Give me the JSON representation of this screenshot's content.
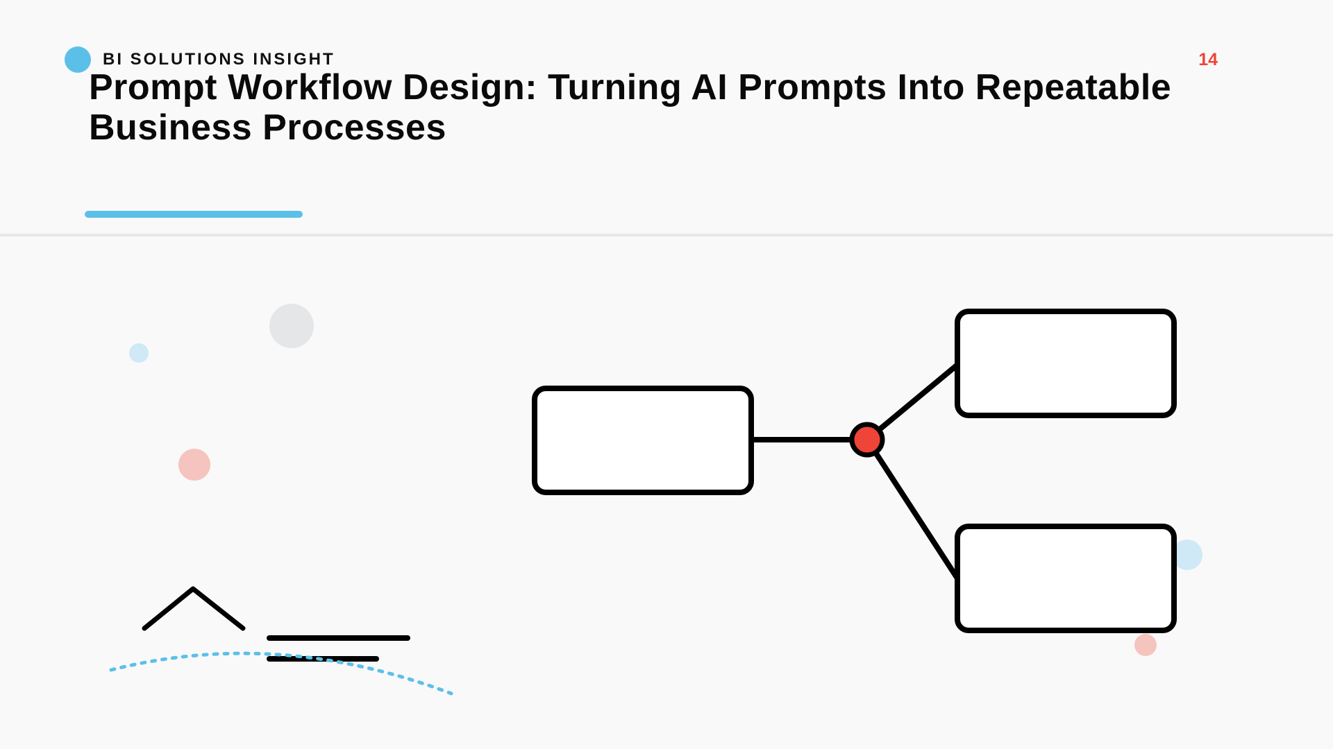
{
  "header": {
    "brand_label": "BI SOLUTIONS INSIGHT",
    "page_number": "14",
    "title": "Prompt Workflow Design: Turning AI Prompts Into Repeatable Business Processes"
  },
  "diagram": {
    "source_node": {
      "label": ""
    },
    "branch_node": {
      "label": ""
    },
    "target_nodes": [
      {
        "label": ""
      },
      {
        "label": ""
      }
    ]
  },
  "colors": {
    "accent_blue": "#5bc0e8",
    "accent_red": "#ef4438",
    "light_blue": "#cfe9f6",
    "light_red": "#f5c4bf",
    "light_gray": "#e4e6e7",
    "rule_gray": "#e7e7e7",
    "ink": "#000000",
    "box_fill": "#ffffff"
  },
  "icons": {
    "brand": "dot-icon",
    "hand_drawn": "chevron-up-icon",
    "lines": "text-lines-icon"
  }
}
